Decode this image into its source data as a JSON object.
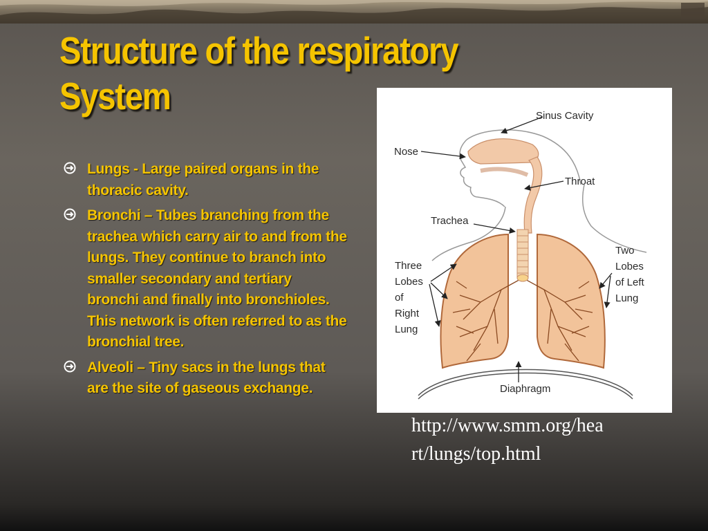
{
  "slide": {
    "title": "Structure of the respiratory System",
    "bullets": [
      {
        "text": "Lungs - Large paired organs in the thoracic cavity.",
        "icon": "arrow-circle-icon"
      },
      {
        "text": "Bronchi – Tubes branching from the trachea which carry air to and from the lungs. They continue to branch into smaller secondary and tertiary bronchi and finally into bronchioles. This network is often referred to as the bronchial tree.",
        "icon": "arrow-circle-icon"
      },
      {
        "text": "Alveoli – Tiny sacs in the lungs that are the site of gaseous exchange.",
        "icon": "arrow-circle-icon"
      }
    ],
    "source_line1": "http://www.smm.org/hea",
    "source_line2": "rt/lungs/top.html"
  },
  "diagram": {
    "labels": {
      "sinus": "Sinus Cavity",
      "nose": "Nose",
      "throat": "Throat",
      "trachea": "Trachea",
      "right_lung": [
        "Three",
        "Lobes",
        "of",
        "Right",
        "Lung"
      ],
      "left_lung": [
        "Two",
        "Lobes",
        "of Left",
        "Lung"
      ],
      "diaphragm": "Diaphragm"
    }
  },
  "colors": {
    "title": "#f5c400",
    "text": "#f5c400",
    "source": "#ffffff",
    "lung_fill": "#f2c39a",
    "lung_stroke": "#b0683a",
    "airway": "#f3d4b0"
  }
}
